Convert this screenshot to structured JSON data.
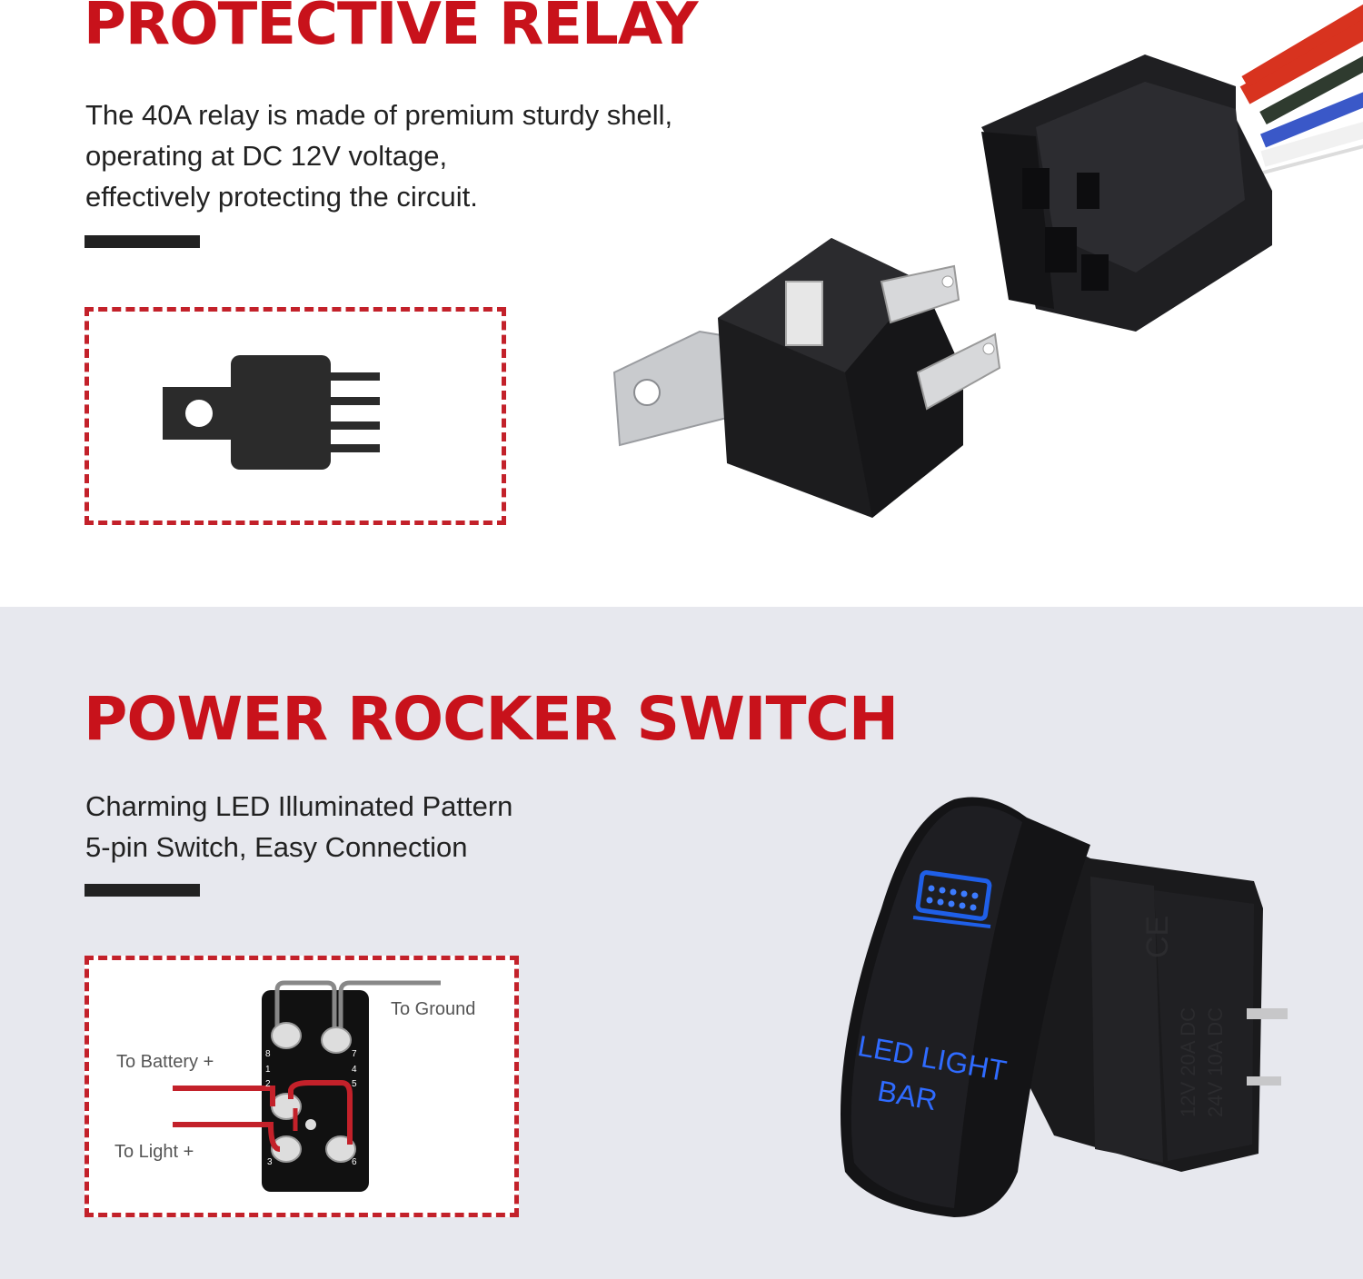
{
  "relay_section": {
    "title": "PROTECTIVE RELAY",
    "description": [
      "The 40A relay is made of premium sturdy shell,",
      "operating at DC 12V voltage,",
      "effectively protecting the circuit."
    ],
    "icon": "relay-icon",
    "accent_color": "#c8121b"
  },
  "switch_section": {
    "title": "POWER ROCKER SWITCH",
    "description": [
      "Charming LED Illuminated Pattern",
      "5-pin Switch, Easy Connection"
    ],
    "diagram_labels": {
      "ground": "To Ground",
      "battery": "To Battery +",
      "light": "To Light +"
    },
    "switch_face_text": [
      "LED LIGHT",
      "BAR"
    ],
    "switch_side_text": [
      "12V  20A  DC",
      "24V  10A  DC"
    ],
    "ce_mark": "CE",
    "pin_numbers": [
      "8",
      "7",
      "1",
      "4",
      "2",
      "5",
      "3",
      "6"
    ],
    "led_color": "#1f5fe8"
  }
}
